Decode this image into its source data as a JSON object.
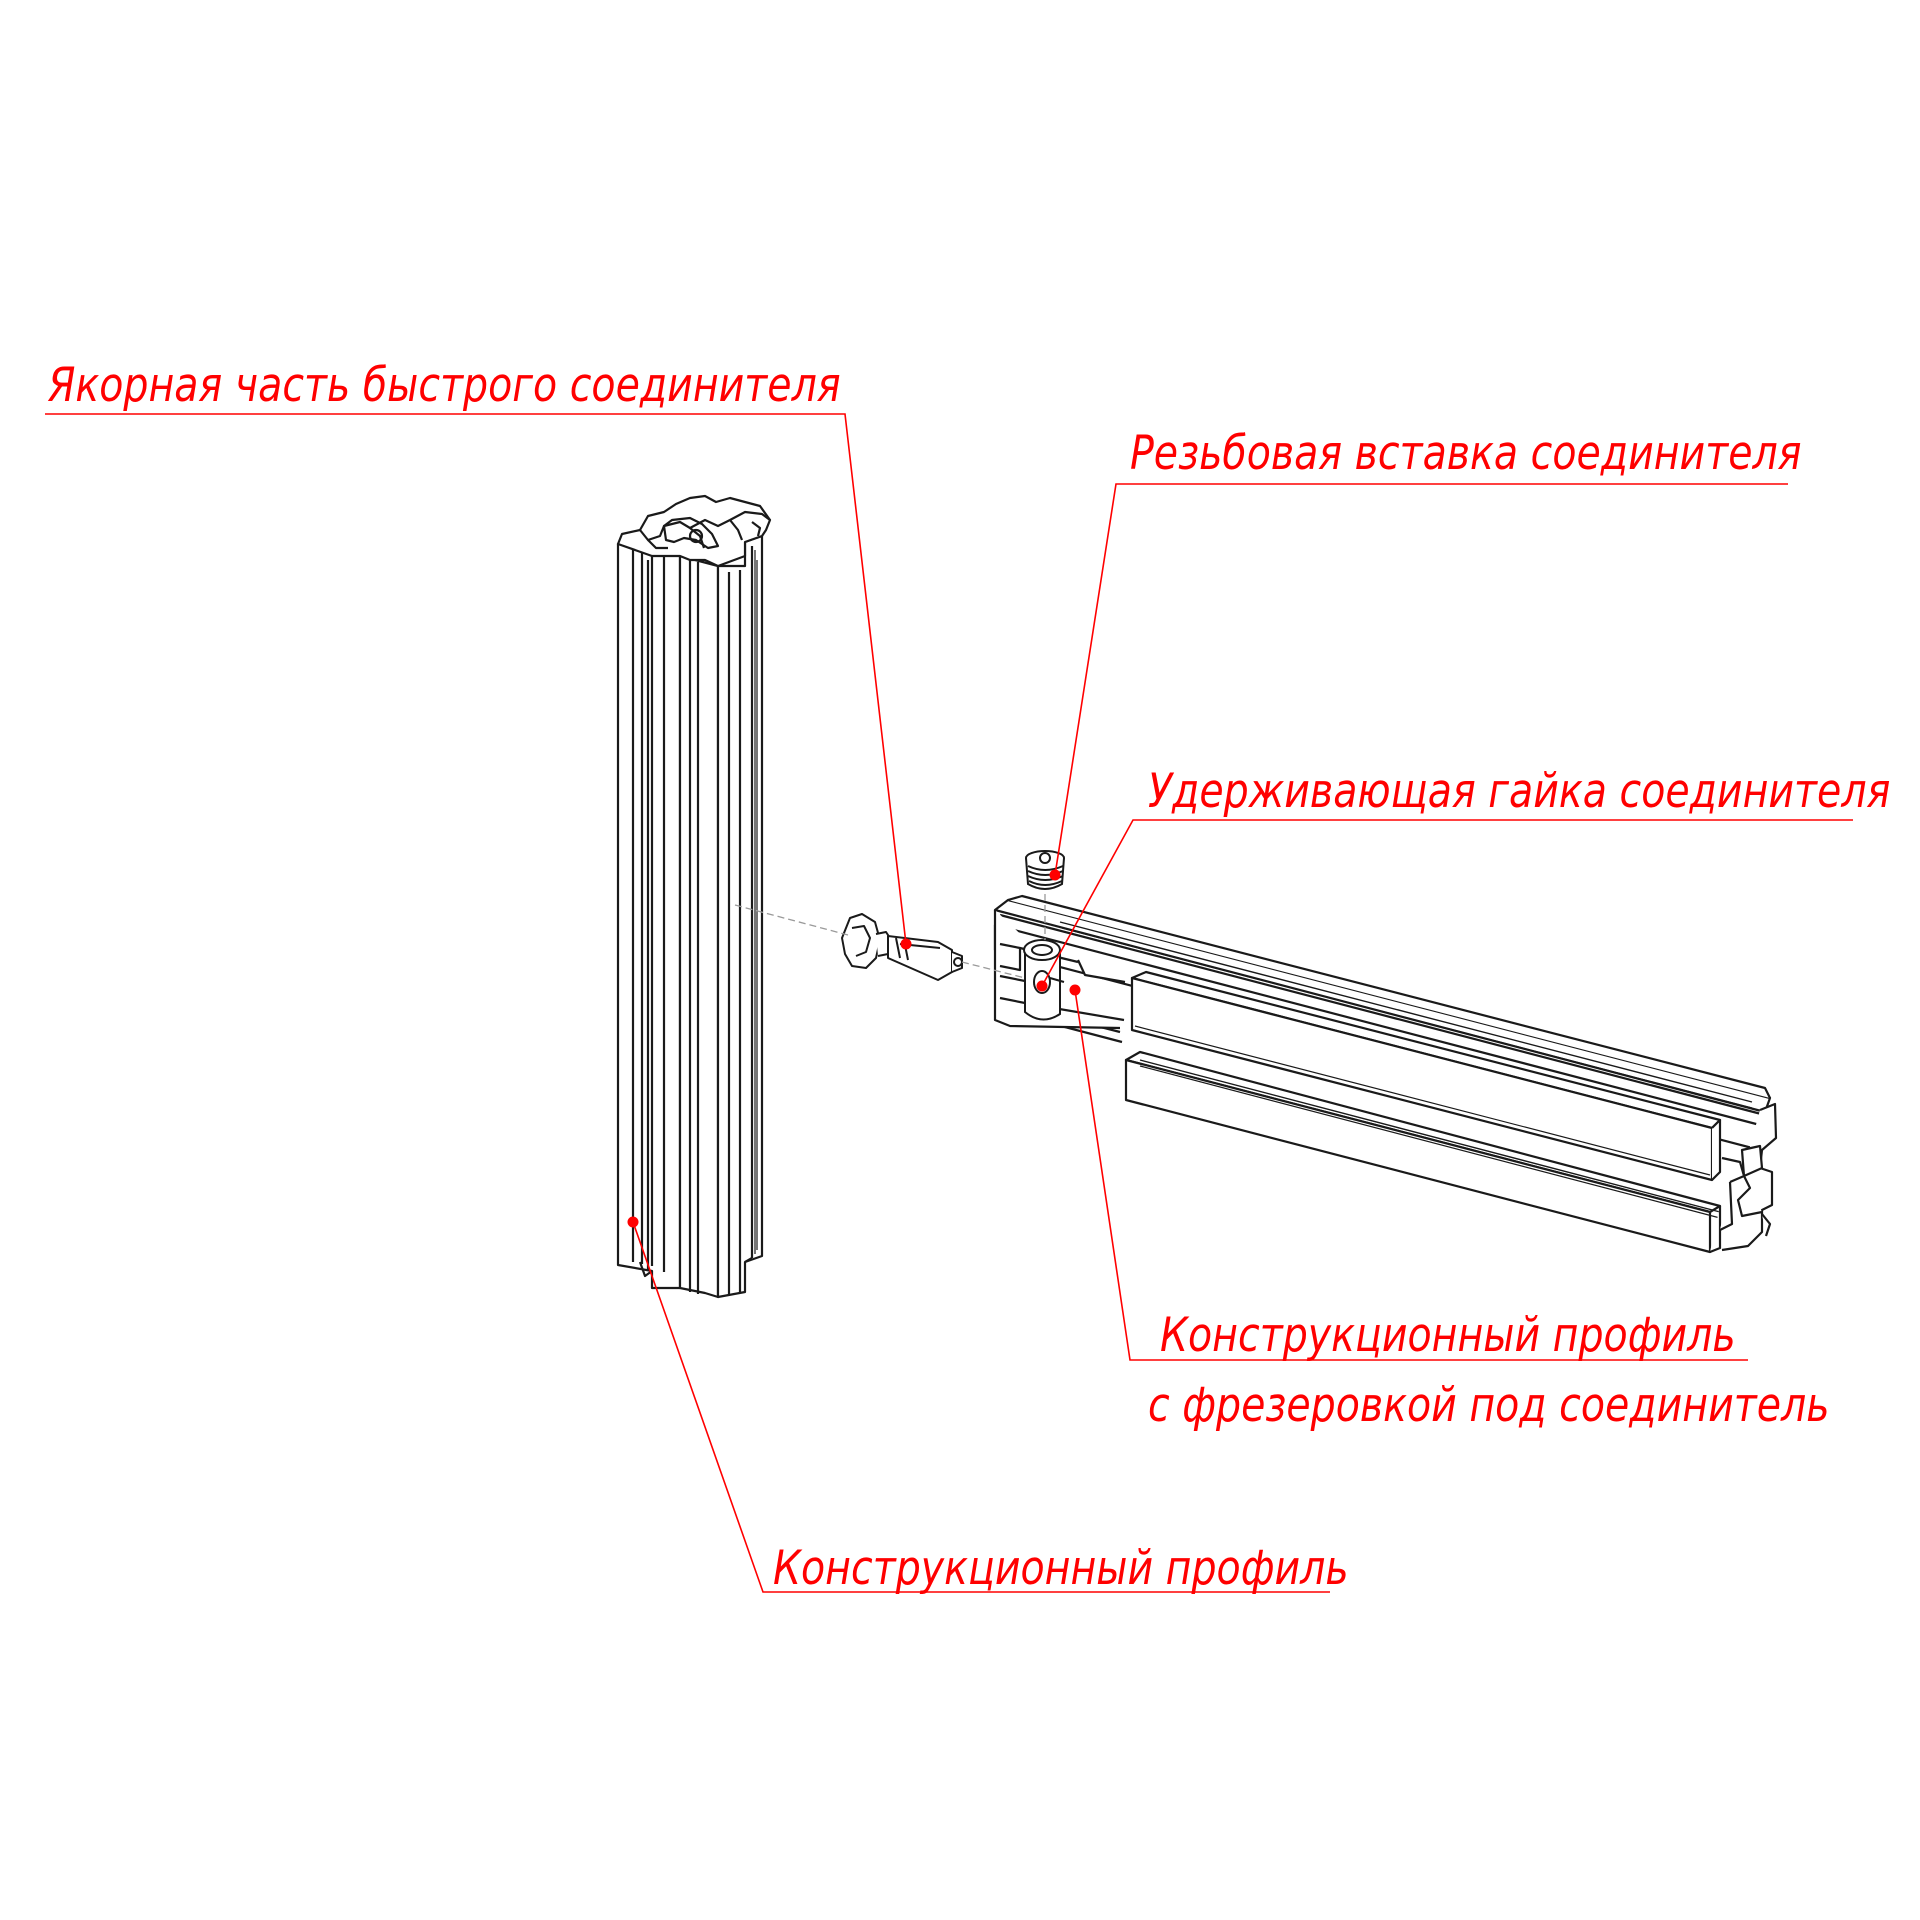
{
  "colors": {
    "annotation": "#ff0000",
    "drawing_line": "#1a1a1a",
    "background": "#ffffff"
  },
  "labels": {
    "anchor_part": "Якорная часть быстрого соединителя",
    "threaded_insert": "Резьбовая вставка соединителя",
    "retaining_nut": "Удерживающая гайка соединителя",
    "milled_profile_line1": "Конструкционный профиль",
    "milled_profile_line2": "с фрезеровкой под соединитель",
    "profile": "Конструкционный профиль"
  }
}
